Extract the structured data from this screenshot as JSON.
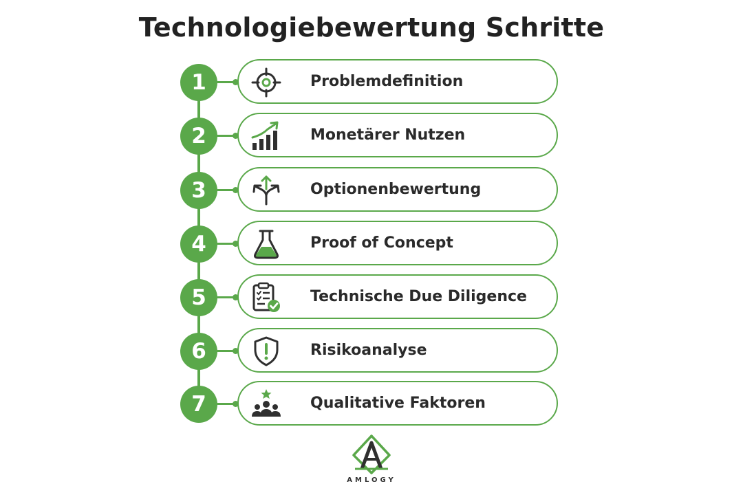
{
  "title": "Technologiebewertung Schritte",
  "accent_color": "#5aa84a",
  "steps": [
    {
      "number": "1",
      "label": "Problemdefinition",
      "icon": "target-icon"
    },
    {
      "number": "2",
      "label": "Monetärer Nutzen",
      "icon": "growth-chart-icon"
    },
    {
      "number": "3",
      "label": "Optionenbewertung",
      "icon": "branch-arrows-icon"
    },
    {
      "number": "4",
      "label": "Proof of Concept",
      "icon": "flask-icon"
    },
    {
      "number": "5",
      "label": "Technische Due Diligence",
      "icon": "checklist-clipboard-icon"
    },
    {
      "number": "6",
      "label": "Risikoanalyse",
      "icon": "shield-alert-icon"
    },
    {
      "number": "7",
      "label": "Qualitative Faktoren",
      "icon": "team-star-icon"
    }
  ],
  "logo": {
    "text": "AMLOGY",
    "icon": "amlogy-logo-icon"
  }
}
